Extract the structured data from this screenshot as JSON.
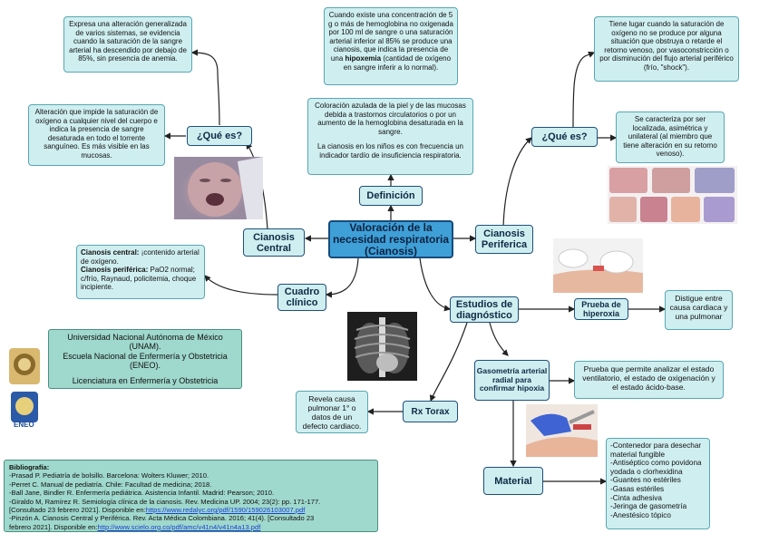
{
  "center_title": "Valoración de la necesidad respiratoria (Cianosis)",
  "nodes": {
    "definicion": "Definición",
    "cianosis_central": "Cianosis Central",
    "cianosis_periferica": "Cianosis Periferica",
    "que_es_left": "¿Qué es?",
    "que_es_right": "¿Qué es?",
    "cuadro_clinico": "Cuadro clínico",
    "estudios": "Estudios de diagnóstico",
    "prueba_hiperoxia": "Prueba de hiperoxia",
    "gasometria": "Gasometría arterial radial para confirmar hipoxia",
    "rx_torax": "Rx Torax",
    "material": "Material"
  },
  "texts": {
    "definicion_top_pre": "Cuando existe una concentración de 5 g o más de hemoglobina no oxigenada por 100 ml de sangre o una saturación arterial inferior al 85% se produce una cianosis, que indica la presencia de una",
    "definicion_top_bold": "hipoxemia",
    "definicion_top_post": "(cantidad de oxígeno en sangre inferir a lo normal).",
    "definicion_mid_1": "Coloración azulada de la piel y de las mucosas debida a trastornos circulatorios o por un aumento de la hemoglobina desaturada en la sangre.",
    "definicion_mid_2": "La cianosis en los niños es con frecuencia un indicador tardío de insuficiencia respiratoria.",
    "central_top": "Expresa una alteración generalizada de varios sistemas, se evidencia cuando la saturación de la sangre arterial ha descendido por debajo de 85%, sin presencia de anemia.",
    "central_mid": "Alteración que impide la saturación de oxígeno a cualquier nivel del cuerpo e indica la presencia de sangre desaturada en todo el torrente sanguíneo. Es más visible en las mucosas.",
    "periferica_top": "Tiene lugar cuando la saturación de oxígeno no se produce por alguna situación que obstruya o retarde el retorno venoso, por vasoconstricción o por disminución del flujo arterial periférico (frío, \"shock\").",
    "periferica_mid": "Se caracteriza por ser localizada, asimétrica y unilateral (al miembro que tiene alteración en su retorno venoso).",
    "cuadro_central_label": "Cianosis central:",
    "cuadro_central_text": "¡contenido arterial de oxígeno.",
    "cuadro_periferica_label": "Cianosis periférica:",
    "cuadro_periferica_text": "PaO2 normal; c/frío, Raynaud, policitemia, choque incipiente.",
    "hiperoxia_text": "Distigue entre causa cardiaca y una pulmonar",
    "gasometria_text": "Prueba que permite analizar el estado ventilatorio, el estado de oxigenación y el estado ácido-base.",
    "rx_text": "Revela causa pulmonar 1° o datos de un defecto cardiaco.",
    "material_items": [
      "-Contenedor para desechar material fungible",
      "-Antiséptico como povidona yodada o clorhexidina",
      "-Guantes no estériles",
      "-Gasas estériles",
      "-Cinta adhesiva",
      "-Jeringa de gasometría",
      "-Anestésico tópico"
    ]
  },
  "institution": {
    "line1": "Universidad Nacional  Autónoma de México (UNAM).",
    "line2": "Escuela Nacional de Enfermería y Obstetricia (ENEO).",
    "line3": "Licenciatura en Enfermería y Obstetricia",
    "logo_text": "ENEO"
  },
  "bibliography": {
    "title": "Bibliografía:",
    "entries": [
      "-Prasad P. Pediatría de bolsillo. Barcelona: Wolters Kluwer; 2010.",
      "-Perret C. Manual de pediatría. Chile: Facultad de medicina; 2018.",
      "-Ball Jane, Bindler R. Enfermería pediátrica. Asistencia Infantil. Madrid: Pearson; 2010.",
      "-Giraldo M, Ramírez R. Semiología clínica de la cianosis. Rev. Medicina UP. 2004; 23(2): pp. 171-177."
    ],
    "entry5_pre": "[Consultado 23 febrero 2021]. Disponible en:",
    "entry5_link": "https://www.redalyc.org/pdf/1590/159026103007.pdf",
    "entry6": "-Pinzón A. Cianosis Central y Periférica. Rev. Acta Médica Colombiana. 2016; 41(4). [Consultado 23",
    "entry7_pre": "febrero 2021]. Disponible en:",
    "entry7_link": "http://www.scielo.org.co/pdf/amc/v41n4/v41n4a13.pdf"
  },
  "colors": {
    "box_fill": "#cfeef0",
    "center_fill": "#3f9fd7",
    "bib_fill": "#9fd8cc",
    "line": "#222222"
  }
}
